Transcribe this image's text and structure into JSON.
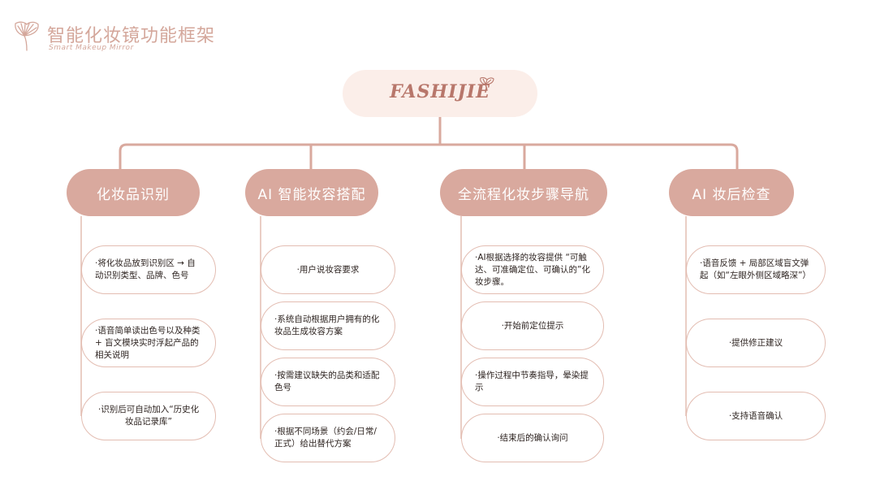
{
  "header": {
    "title": "智能化妆镜功能框架",
    "subtitle": "Smart Makeup Mirror"
  },
  "brand": {
    "name": "FASHIJIE"
  },
  "categories": [
    {
      "label": "化妆品识别",
      "items": [
        "·将化妆品放到识别区 → 自动识别类型、品牌、色号",
        "·语音简单读出色号以及种类 + 盲文模块实时浮起产品的相关说明",
        "·识别后可自动加入“历史化妆品记录库”"
      ]
    },
    {
      "label": "AI 智能妆容搭配",
      "items": [
        "·用户说妆容要求",
        "·系统自动根据用户拥有的化妆品生成妆容方案",
        "·按需建议缺失的品类和适配色号",
        "·根据不同场景（约会/日常/正式）给出替代方案"
      ]
    },
    {
      "label": "全流程化妆步骤导航",
      "items": [
        "·AI根据选择的妆容提供 “可触达、可准确定位、可确认的”化妆步骤。",
        "·开始前定位提示",
        "·操作过程中节奏指导，晕染提示",
        "·结束后的确认询问"
      ]
    },
    {
      "label": "AI 妆后检查",
      "items": [
        "·语音反馈 + 局部区域盲文弹起（如“左眼外侧区域略深”）",
        "·提供修正建议",
        "·支持语音确认"
      ]
    }
  ],
  "colors": {
    "accent": "#d9a99e",
    "title": "#d4a79b",
    "line": "#d9a99e",
    "border": "#e3bdb2",
    "brand_bg": "#fbeee9"
  },
  "icons": {
    "logo": "ginkgo-leaf-icon"
  }
}
